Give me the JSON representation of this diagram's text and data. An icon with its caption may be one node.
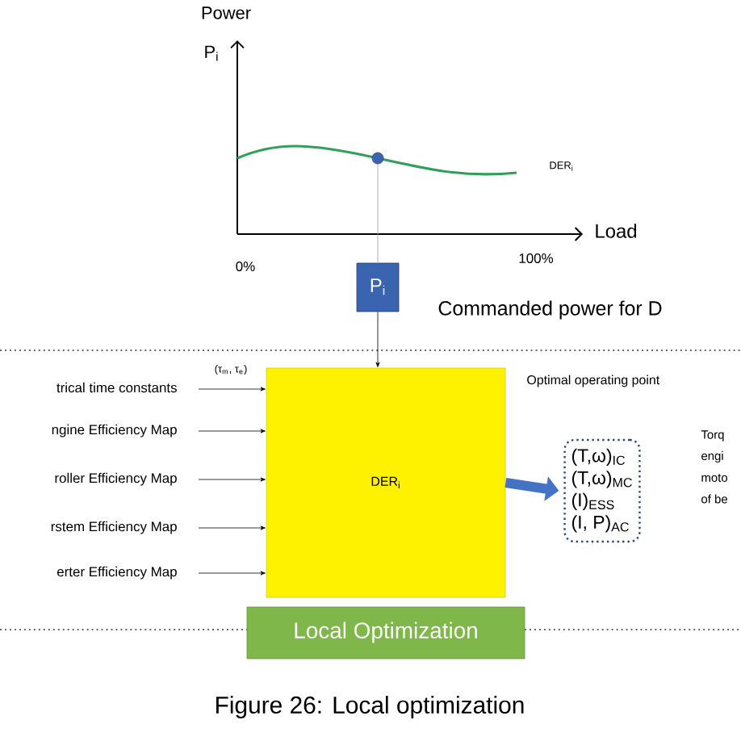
{
  "diagram": {
    "caption": "Figure 26: Local optimization",
    "nodes": [
      {
        "text": [],
        "shape": "circle"
      },
      {
        "text": [
          "P$_{i}$"
        ]
      },
      {
        "text": [
          "DER$_{i}$"
        ]
      },
      {
        "text": [
          "trical time constants"
        ]
      },
      {
        "text": [
          "ngine Efficiency Map"
        ]
      },
      {
        "text": [
          "roller Efficiency Map"
        ]
      },
      {
        "text": [
          "rstem Efficiency Map"
        ]
      },
      {
        "text": [
          "erter Efficiency Map"
        ]
      },
      {
        "text": [
          "(T,ω)$_{IC}$",
          "(T,ω)$_{MC}$",
          "(I)$_{ESS}$",
          "(I, P)$_{AC}$"
        ]
      },
      {
        "text": [
          "Local Optimization"
        ]
      }
    ],
    "edges": [
      {
        "from": 0,
        "to": 1,
        "arrow": "none",
        "color": "#a0a0a0"
      },
      {
        "from": 1,
        "to": 2,
        "arrow": "to"
      },
      {
        "from": 3,
        "to": 2,
        "arrow": "to"
      },
      {
        "from": 4,
        "to": 2,
        "arrow": "to"
      },
      {
        "from": 5,
        "to": 2,
        "arrow": "to"
      },
      {
        "from": 6,
        "to": 2,
        "arrow": "to"
      },
      {
        "from": 7,
        "to": 2,
        "arrow": "to"
      },
      {
        "from": 2,
        "to": 8,
        "arrow": "to",
        "style": "thick",
        "color": "#4472c4"
      }
    ],
    "labels": [
      "Power",
      "P$_{i}$",
      "DER$_{i}$",
      "Load",
      "0%",
      "100%",
      "Commanded power for D",
      "(τ$_{m}$, τ$_{e}$)",
      "Optimal operating point",
      "Torq",
      "engi",
      "moto",
      "of be"
    ]
  }
}
